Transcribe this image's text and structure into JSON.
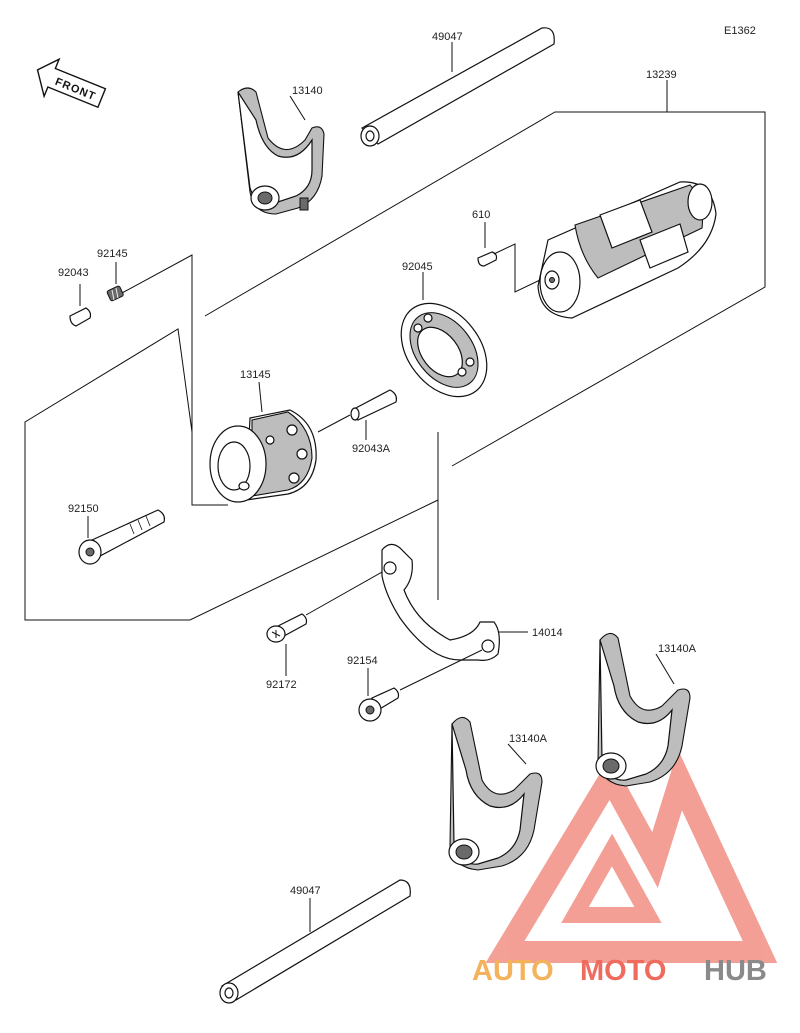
{
  "diagram_code": "E1362",
  "front_label": "FRONT",
  "watermark": {
    "auto": "AUTO",
    "moto": "MOTO",
    "hub": "HUB",
    "colors": {
      "auto": "#f4b25a",
      "moto": "#ef6b5e",
      "hub": "#8a8a8a",
      "logo": "#f18f84"
    }
  },
  "parts": {
    "shaft_top": "49047",
    "fork_top": "13140",
    "drum": "13239",
    "pin_610": "610",
    "spring": "92145",
    "pin_a": "92043",
    "bearing": "92045",
    "cam": "13145",
    "pin_b": "92043A",
    "bolt": "92150",
    "holder": "14014",
    "screw": "92172",
    "bolt_small": "92154",
    "fork_mid": "13140A",
    "fork_right": "13140A",
    "shaft_bottom": "49047"
  }
}
